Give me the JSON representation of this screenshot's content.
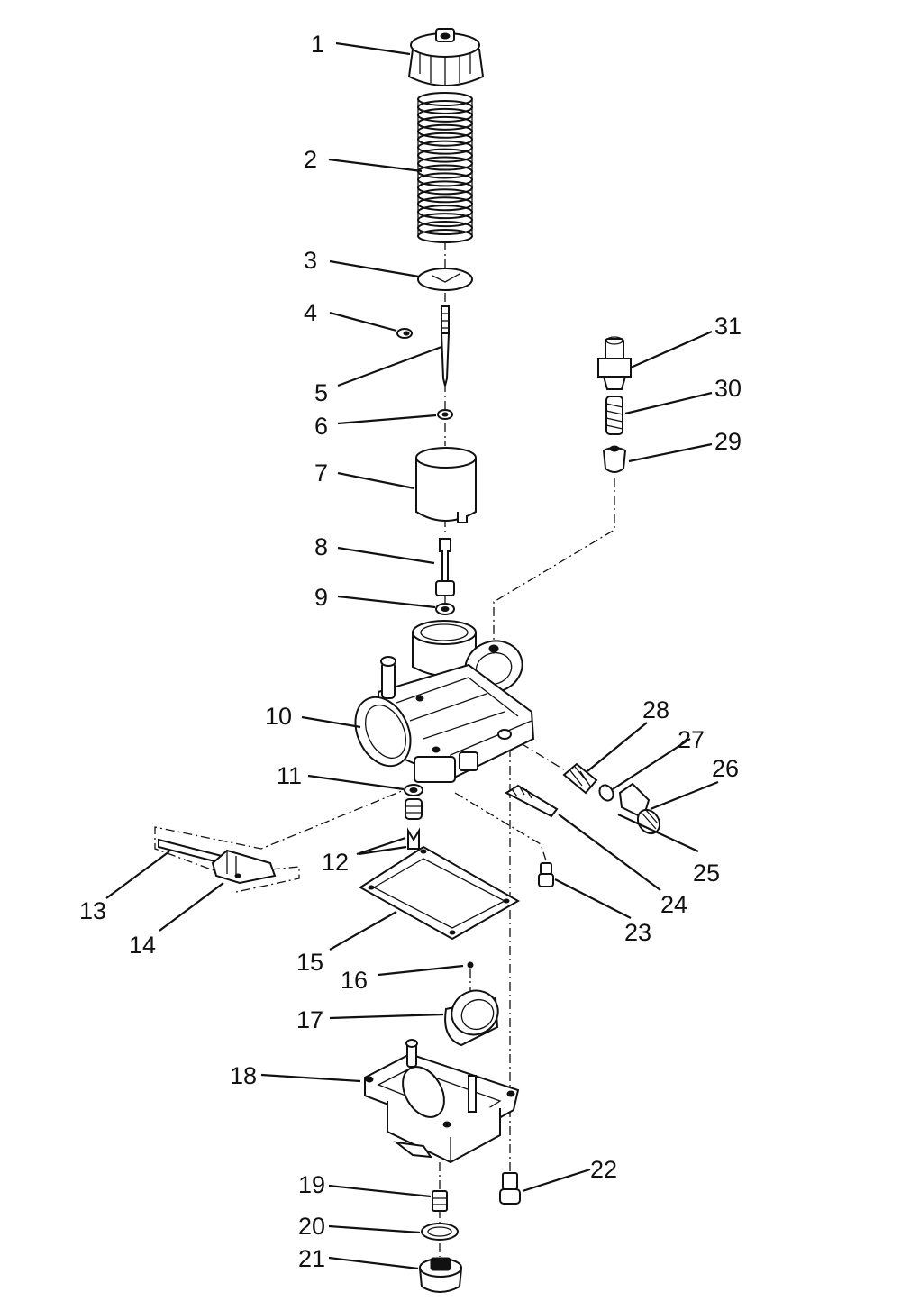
{
  "diagram": {
    "callouts": [
      "1",
      "2",
      "3",
      "4",
      "5",
      "6",
      "7",
      "8",
      "9",
      "10",
      "11",
      "12",
      "13",
      "14",
      "15",
      "16",
      "17",
      "18",
      "19",
      "20",
      "21",
      "22",
      "23",
      "24",
      "25",
      "26",
      "27",
      "28",
      "29",
      "30",
      "31"
    ]
  },
  "colors": {
    "ink": "#111111",
    "paper": "#ffffff"
  }
}
